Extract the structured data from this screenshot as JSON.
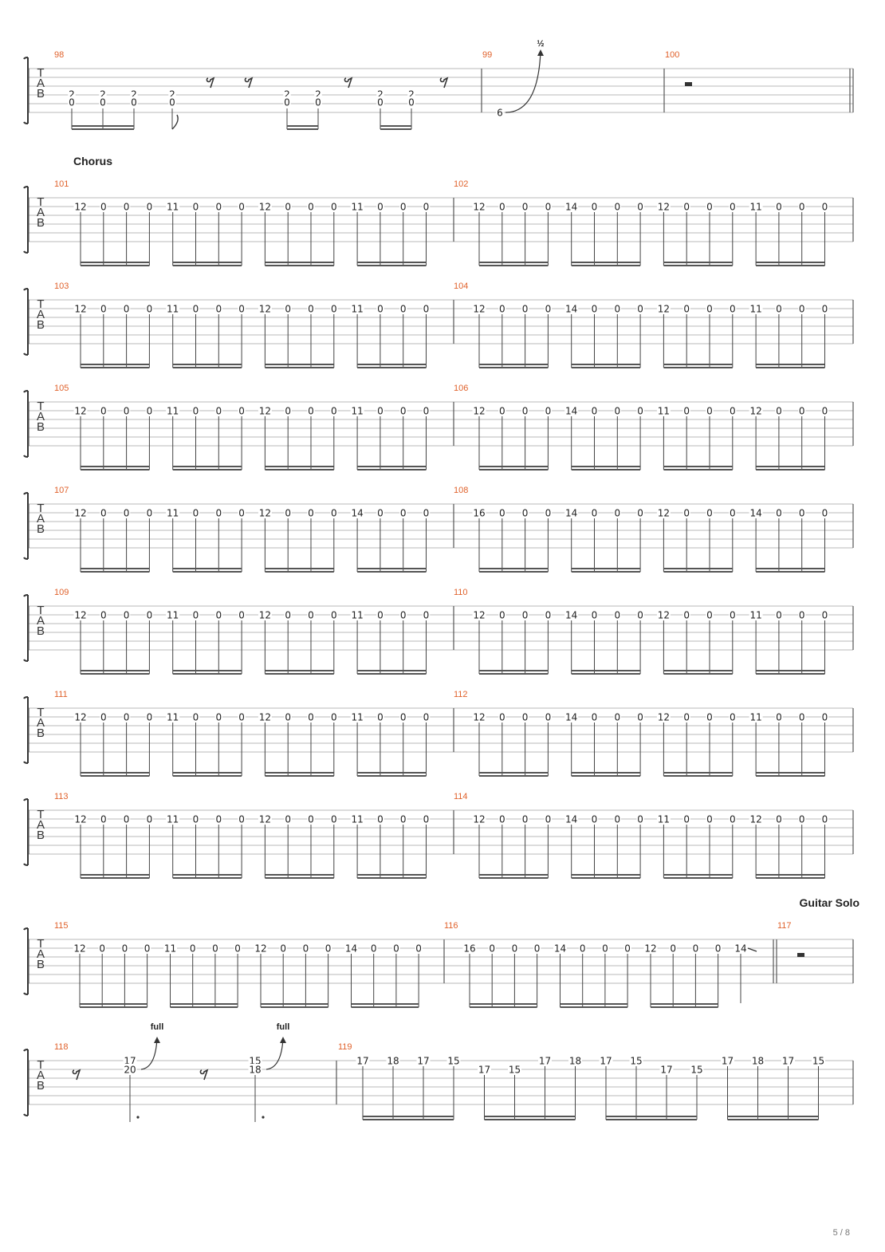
{
  "page": {
    "footer": "5 / 8"
  },
  "tab_letters": [
    "T",
    "A",
    "B"
  ],
  "sections": {
    "chorus": "Chorus",
    "guitar_solo": "Guitar Solo"
  },
  "bend_labels": {
    "half": "½",
    "full": "full"
  },
  "systems": [
    {
      "measures": [
        {
          "number": "98",
          "events": [
            {
              "kind": "chord",
              "frets": [
                "2",
                "0"
              ]
            },
            {
              "kind": "chord",
              "frets": [
                "2",
                "0"
              ]
            },
            {
              "kind": "chord",
              "frets": [
                "2",
                "0"
              ]
            },
            {
              "kind": "chord",
              "frets": [
                "2",
                "0"
              ]
            },
            {
              "kind": "rest"
            },
            {
              "kind": "rest"
            },
            {
              "kind": "chord",
              "frets": [
                "2",
                "0"
              ]
            },
            {
              "kind": "chord",
              "frets": [
                "2",
                "0"
              ]
            },
            {
              "kind": "rest"
            },
            {
              "kind": "chord",
              "frets": [
                "2",
                "0"
              ]
            },
            {
              "kind": "chord",
              "frets": [
                "2",
                "0"
              ]
            },
            {
              "kind": "rest"
            }
          ]
        },
        {
          "number": "99",
          "events": [
            {
              "kind": "bend",
              "fret": "6",
              "amount": "½"
            }
          ]
        },
        {
          "number": "100",
          "events": [
            {
              "kind": "half-rest"
            }
          ]
        }
      ]
    },
    {
      "section": "Chorus",
      "measures": [
        {
          "number": "101",
          "groups": [
            [
              "12",
              "0",
              "0",
              "0"
            ],
            [
              "11",
              "0",
              "0",
              "0"
            ],
            [
              "12",
              "0",
              "0",
              "0"
            ],
            [
              "11",
              "0",
              "0",
              "0"
            ]
          ]
        },
        {
          "number": "102",
          "groups": [
            [
              "12",
              "0",
              "0",
              "0"
            ],
            [
              "14",
              "0",
              "0",
              "0"
            ],
            [
              "12",
              "0",
              "0",
              "0"
            ],
            [
              "11",
              "0",
              "0",
              "0"
            ]
          ]
        }
      ]
    },
    {
      "measures": [
        {
          "number": "103",
          "groups": [
            [
              "12",
              "0",
              "0",
              "0"
            ],
            [
              "11",
              "0",
              "0",
              "0"
            ],
            [
              "12",
              "0",
              "0",
              "0"
            ],
            [
              "11",
              "0",
              "0",
              "0"
            ]
          ]
        },
        {
          "number": "104",
          "groups": [
            [
              "12",
              "0",
              "0",
              "0"
            ],
            [
              "14",
              "0",
              "0",
              "0"
            ],
            [
              "12",
              "0",
              "0",
              "0"
            ],
            [
              "11",
              "0",
              "0",
              "0"
            ]
          ]
        }
      ]
    },
    {
      "measures": [
        {
          "number": "105",
          "groups": [
            [
              "12",
              "0",
              "0",
              "0"
            ],
            [
              "11",
              "0",
              "0",
              "0"
            ],
            [
              "12",
              "0",
              "0",
              "0"
            ],
            [
              "11",
              "0",
              "0",
              "0"
            ]
          ]
        },
        {
          "number": "106",
          "groups": [
            [
              "12",
              "0",
              "0",
              "0"
            ],
            [
              "14",
              "0",
              "0",
              "0"
            ],
            [
              "11",
              "0",
              "0",
              "0"
            ],
            [
              "12",
              "0",
              "0",
              "0"
            ]
          ]
        }
      ]
    },
    {
      "measures": [
        {
          "number": "107",
          "groups": [
            [
              "12",
              "0",
              "0",
              "0"
            ],
            [
              "11",
              "0",
              "0",
              "0"
            ],
            [
              "12",
              "0",
              "0",
              "0"
            ],
            [
              "14",
              "0",
              "0",
              "0"
            ]
          ]
        },
        {
          "number": "108",
          "groups": [
            [
              "16",
              "0",
              "0",
              "0"
            ],
            [
              "14",
              "0",
              "0",
              "0"
            ],
            [
              "12",
              "0",
              "0",
              "0"
            ],
            [
              "14",
              "0",
              "0",
              "0"
            ]
          ]
        }
      ]
    },
    {
      "measures": [
        {
          "number": "109",
          "groups": [
            [
              "12",
              "0",
              "0",
              "0"
            ],
            [
              "11",
              "0",
              "0",
              "0"
            ],
            [
              "12",
              "0",
              "0",
              "0"
            ],
            [
              "11",
              "0",
              "0",
              "0"
            ]
          ]
        },
        {
          "number": "110",
          "groups": [
            [
              "12",
              "0",
              "0",
              "0"
            ],
            [
              "14",
              "0",
              "0",
              "0"
            ],
            [
              "12",
              "0",
              "0",
              "0"
            ],
            [
              "11",
              "0",
              "0",
              "0"
            ]
          ]
        }
      ]
    },
    {
      "measures": [
        {
          "number": "111",
          "groups": [
            [
              "12",
              "0",
              "0",
              "0"
            ],
            [
              "11",
              "0",
              "0",
              "0"
            ],
            [
              "12",
              "0",
              "0",
              "0"
            ],
            [
              "11",
              "0",
              "0",
              "0"
            ]
          ]
        },
        {
          "number": "112",
          "groups": [
            [
              "12",
              "0",
              "0",
              "0"
            ],
            [
              "14",
              "0",
              "0",
              "0"
            ],
            [
              "12",
              "0",
              "0",
              "0"
            ],
            [
              "11",
              "0",
              "0",
              "0"
            ]
          ]
        }
      ]
    },
    {
      "measures": [
        {
          "number": "113",
          "groups": [
            [
              "12",
              "0",
              "0",
              "0"
            ],
            [
              "11",
              "0",
              "0",
              "0"
            ],
            [
              "12",
              "0",
              "0",
              "0"
            ],
            [
              "11",
              "0",
              "0",
              "0"
            ]
          ]
        },
        {
          "number": "114",
          "groups": [
            [
              "12",
              "0",
              "0",
              "0"
            ],
            [
              "14",
              "0",
              "0",
              "0"
            ],
            [
              "11",
              "0",
              "0",
              "0"
            ],
            [
              "12",
              "0",
              "0",
              "0"
            ]
          ]
        }
      ]
    },
    {
      "section_right": "Guitar Solo",
      "measures": [
        {
          "number": "115",
          "groups": [
            [
              "12",
              "0",
              "0",
              "0"
            ],
            [
              "11",
              "0",
              "0",
              "0"
            ],
            [
              "12",
              "0",
              "0",
              "0"
            ],
            [
              "14",
              "0",
              "0",
              "0"
            ]
          ]
        },
        {
          "number": "116",
          "groups": [
            [
              "16",
              "0",
              "0",
              "0"
            ],
            [
              "14",
              "0",
              "0",
              "0"
            ],
            [
              "12",
              "0",
              "0",
              "0"
            ]
          ],
          "trailing": {
            "fret": "14",
            "slide": true
          }
        },
        {
          "number": "117",
          "events": [
            {
              "kind": "half-rest"
            }
          ]
        }
      ]
    },
    {
      "measures": [
        {
          "number": "118",
          "events": [
            {
              "kind": "rest"
            },
            {
              "kind": "bend-chord",
              "top": "17",
              "bottom": "20",
              "amount": "full"
            },
            {
              "kind": "rest"
            },
            {
              "kind": "bend-chord",
              "top": "15",
              "bottom": "18",
              "amount": "full"
            }
          ]
        },
        {
          "number": "119",
          "groups": [
            [
              {
                "f": "17",
                "s": 0
              },
              {
                "f": "18",
                "s": 0
              },
              {
                "f": "17",
                "s": 0
              },
              {
                "f": "15",
                "s": 0
              }
            ],
            [
              {
                "f": "17",
                "s": 1
              },
              {
                "f": "15",
                "s": 1
              },
              {
                "f": "17",
                "s": 0
              },
              {
                "f": "18",
                "s": 0
              }
            ],
            [
              {
                "f": "17",
                "s": 0
              },
              {
                "f": "15",
                "s": 0
              },
              {
                "f": "17",
                "s": 1
              },
              {
                "f": "15",
                "s": 1
              }
            ],
            [
              {
                "f": "17",
                "s": 0
              },
              {
                "f": "18",
                "s": 0
              },
              {
                "f": "17",
                "s": 0
              },
              {
                "f": "15",
                "s": 0
              }
            ]
          ]
        }
      ]
    }
  ]
}
